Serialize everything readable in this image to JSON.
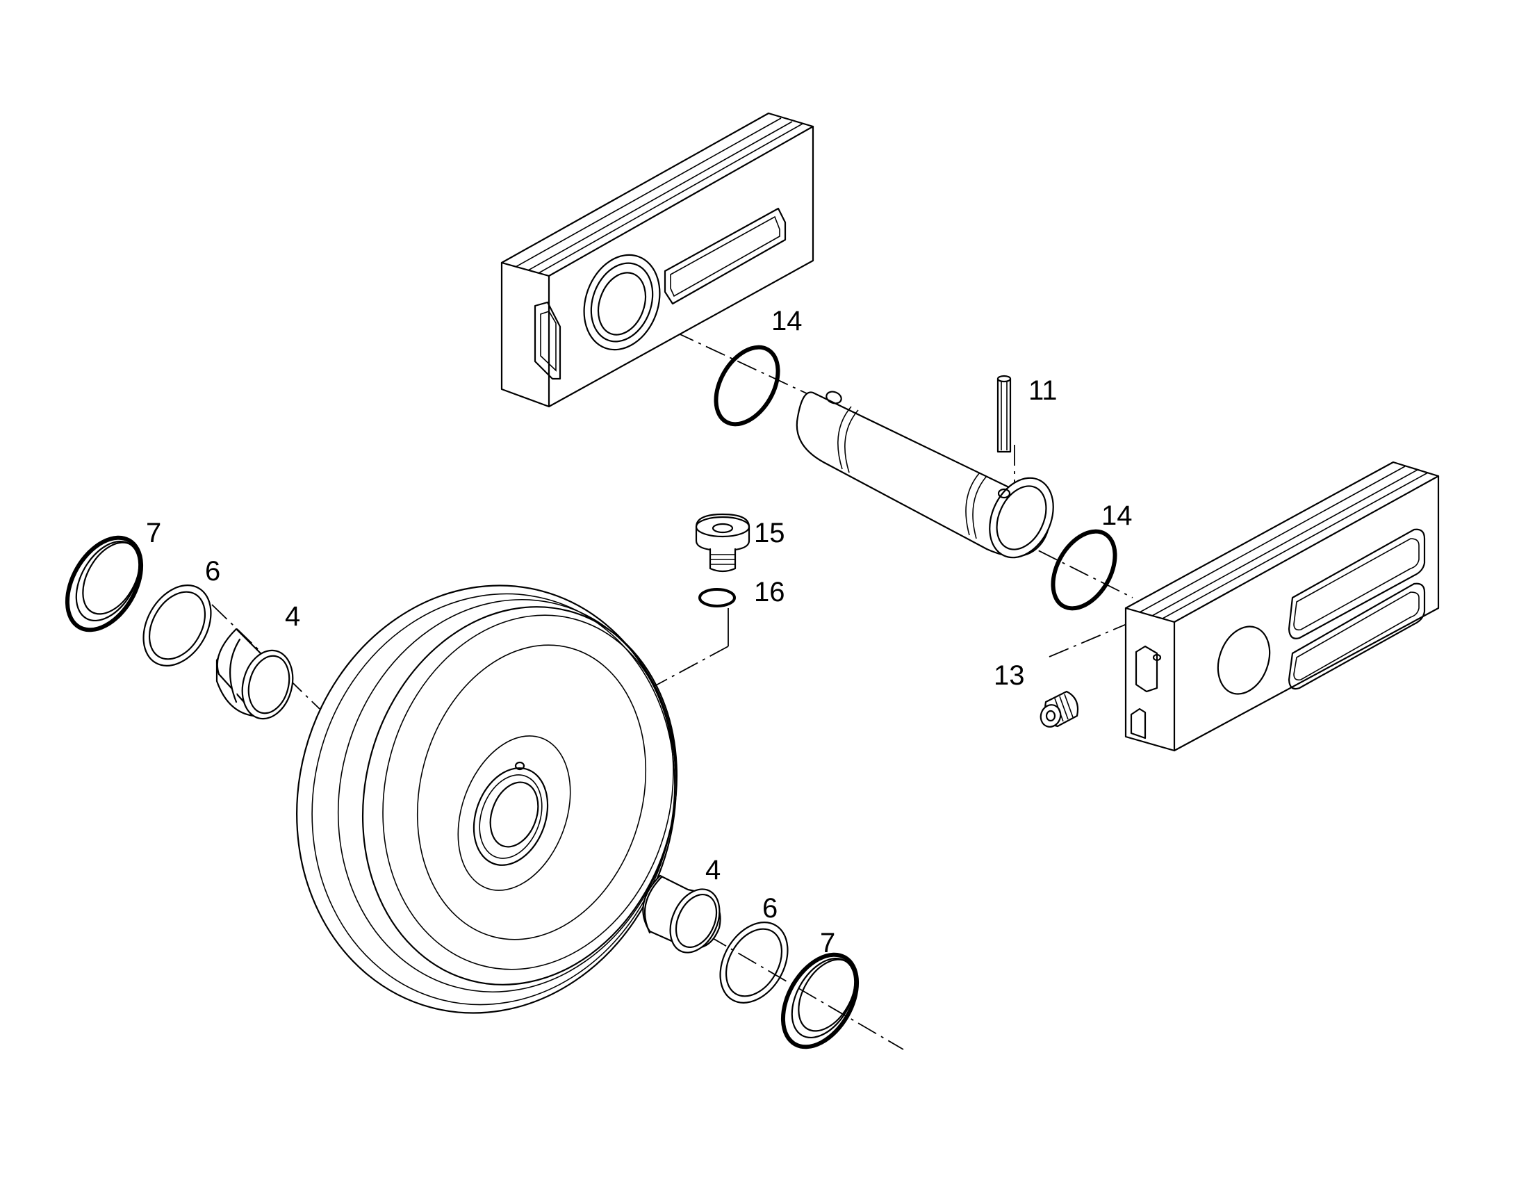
{
  "callouts": {
    "c7a": "7",
    "c6a": "6",
    "c4a": "4",
    "c14a": "14",
    "c11": "11",
    "c15": "15",
    "c16": "16",
    "c14b": "14",
    "c13": "13",
    "c4b": "4",
    "c6b": "6",
    "c7b": "7"
  }
}
